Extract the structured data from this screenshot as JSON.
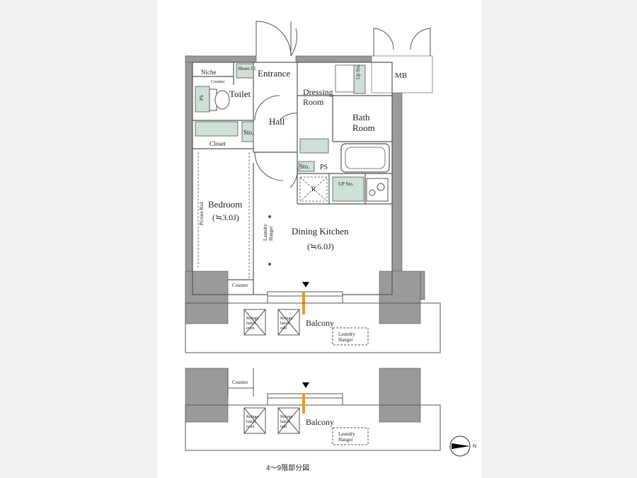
{
  "rooms": {
    "niche": "Niche",
    "counter_top": "Counter",
    "shoes_cl": "Shoes\nCl.",
    "entrance": "Entrance",
    "toilet": "Toilet",
    "ps_toilet": "PS",
    "hall": "Hall",
    "sto_hall": "Sto.",
    "closet": "Closet",
    "dressing_room": "Dressing\nRoom",
    "up_sto_dressing": "Up Sto.",
    "bath_room": "Bath\nRoom",
    "mb": "MB",
    "sto_kitchen": "Sto.",
    "ps_kitchen": "PS",
    "r": "R",
    "up_sto_kitchen": "UP Sto.",
    "bedroom": "Bedroom",
    "bedroom_size": "(≒3.0J)",
    "picture_rail": "Picture Rail",
    "laundry_hanger_indoor": "Laundry\nHanger",
    "dining_kitchen": "Dining Kitchen",
    "dining_kitchen_size": "(≒6.0J)",
    "counter_bedroom": "Counter"
  },
  "balcony_main": {
    "balcony": "Balcony",
    "refuge_even": "Refuge\nhatch\neven",
    "refuge_odd": "Refuge\nhatch\nodd",
    "laundry_hanger": "Laundry\nHanger"
  },
  "balcony_partial": {
    "counter": "Counter",
    "balcony": "Balcony",
    "refuge_even": "Refuge\nhatch\neven",
    "refuge_odd": "Refuge\nhatch\nodd",
    "laundry_hanger": "Laundry\nHanger"
  },
  "compass": {
    "north": "N"
  },
  "caption": "4～9階部分図",
  "colors": {
    "wall": "#9a9a9a",
    "storage": "#cfe0d6",
    "accent": "#e89a2a",
    "lines": "#555555"
  }
}
